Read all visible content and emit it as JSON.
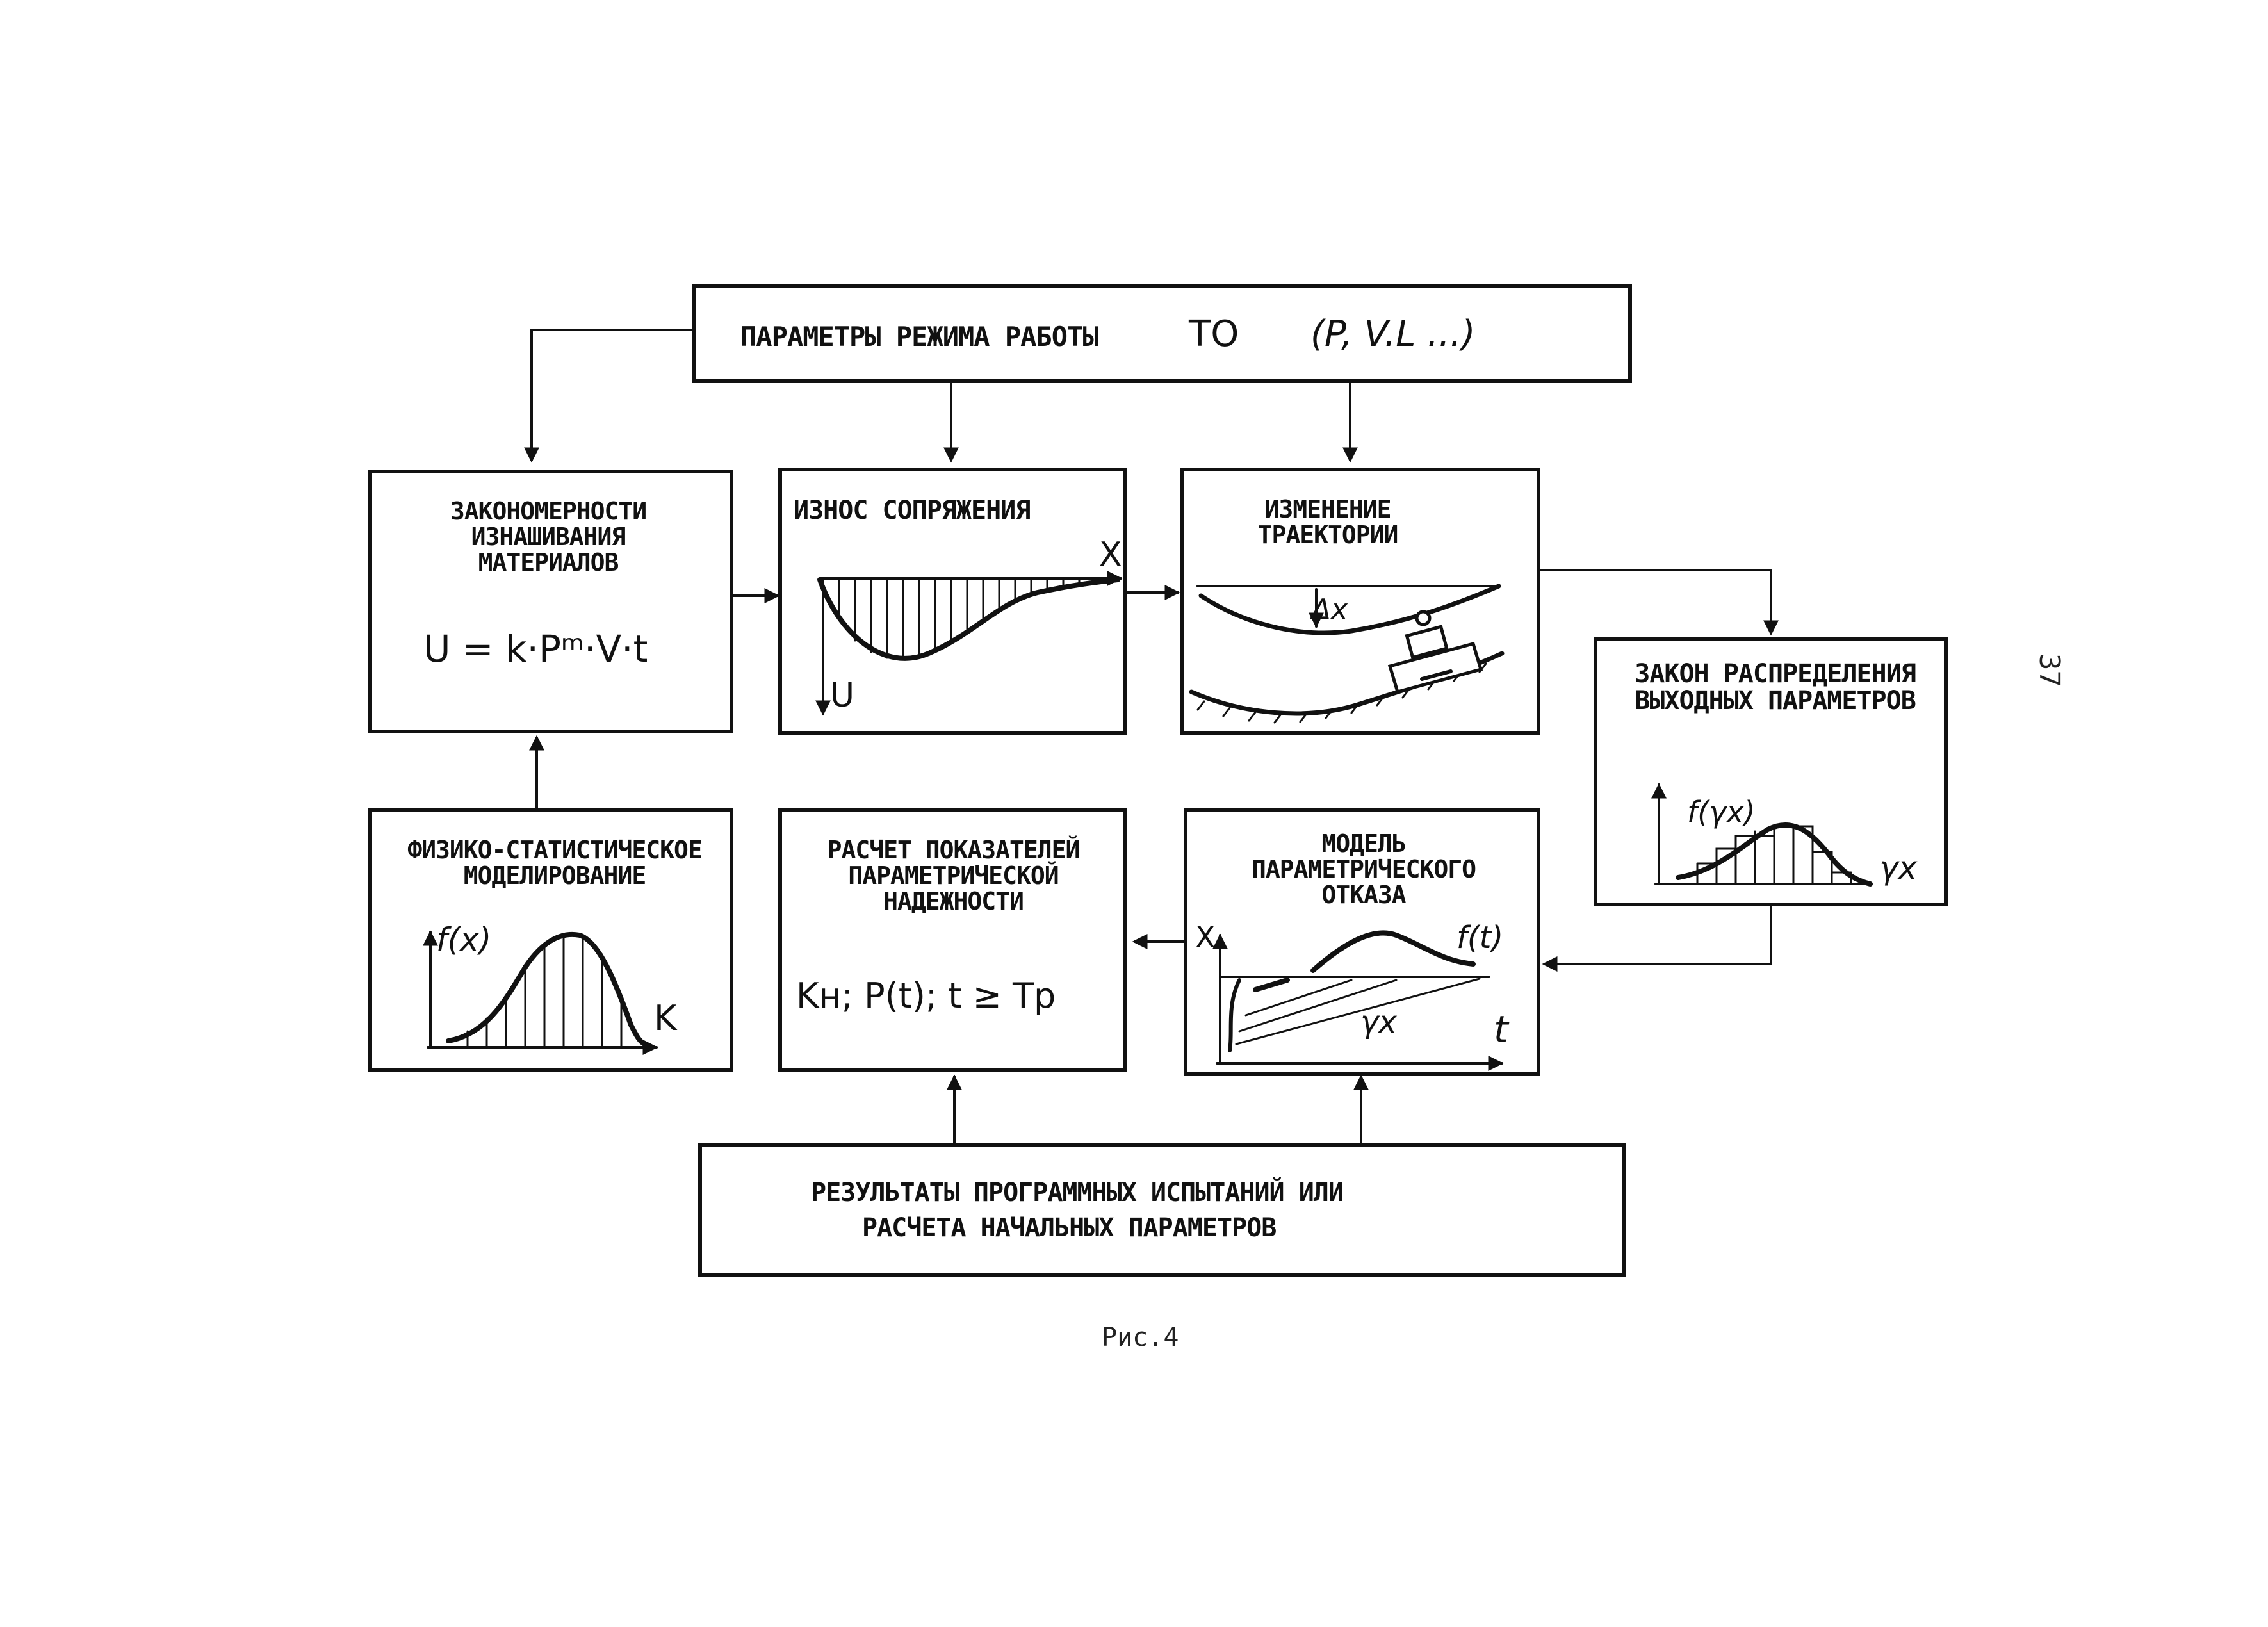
{
  "header": {
    "title": "ПАРАМЕТРЫ РЕЖИМА РАБОТЫ",
    "object": "ТО",
    "params": "(P, V.L ...)"
  },
  "boxes": {
    "materials": {
      "title": "ЗАКОНОМЕРНОСТИ ИЗНАШИВАНИЯ МАТЕРИАЛОВ",
      "formula": "U = k·Pᵐ·V·t"
    },
    "wear": {
      "title": "ИЗНОС СОПРЯЖЕНИЯ",
      "x_axis": "X",
      "y_axis": "U"
    },
    "trajectory": {
      "title": "ИЗМЕНЕНИЕ ТРАЕКТОРИИ",
      "delta": "Δx"
    },
    "distribution": {
      "title": "ЗАКОН РАСПРЕДЕЛЕНИЯ ВЫХОДНЫХ ПАРАМЕТРОВ",
      "y_axis": "f(γx)",
      "x_axis": "γx"
    },
    "physstat": {
      "title": "ФИЗИКО-СТАТИСТИЧЕСКОЕ МОДЕЛИРОВАНИЕ",
      "y_axis": "f(x)",
      "x_axis": "K"
    },
    "reliability": {
      "title": "РАСЧЕТ ПОКАЗАТЕЛЕЙ ПАРАМЕТРИЧЕСКОЙ НАДЕЖНОСТИ",
      "formula": "Kн; P(t); t ≥ Tр"
    },
    "failure": {
      "title": "МОДЕЛЬ ПАРАМЕТРИЧЕСКОГО ОТКАЗА",
      "y_axis": "X",
      "x_axis": "t",
      "curve_label": "f(t)",
      "rate_label": "γx"
    },
    "results": {
      "line1": "РЕЗУЛЬТАТЫ ПРОГРАММНЫХ ИСПЫТАНИЙ ИЛИ",
      "line2": "РАСЧЕТА НАЧАЛЬНЫХ ПАРАМЕТРОВ"
    }
  },
  "caption": "Рис.4",
  "page_number": "37"
}
